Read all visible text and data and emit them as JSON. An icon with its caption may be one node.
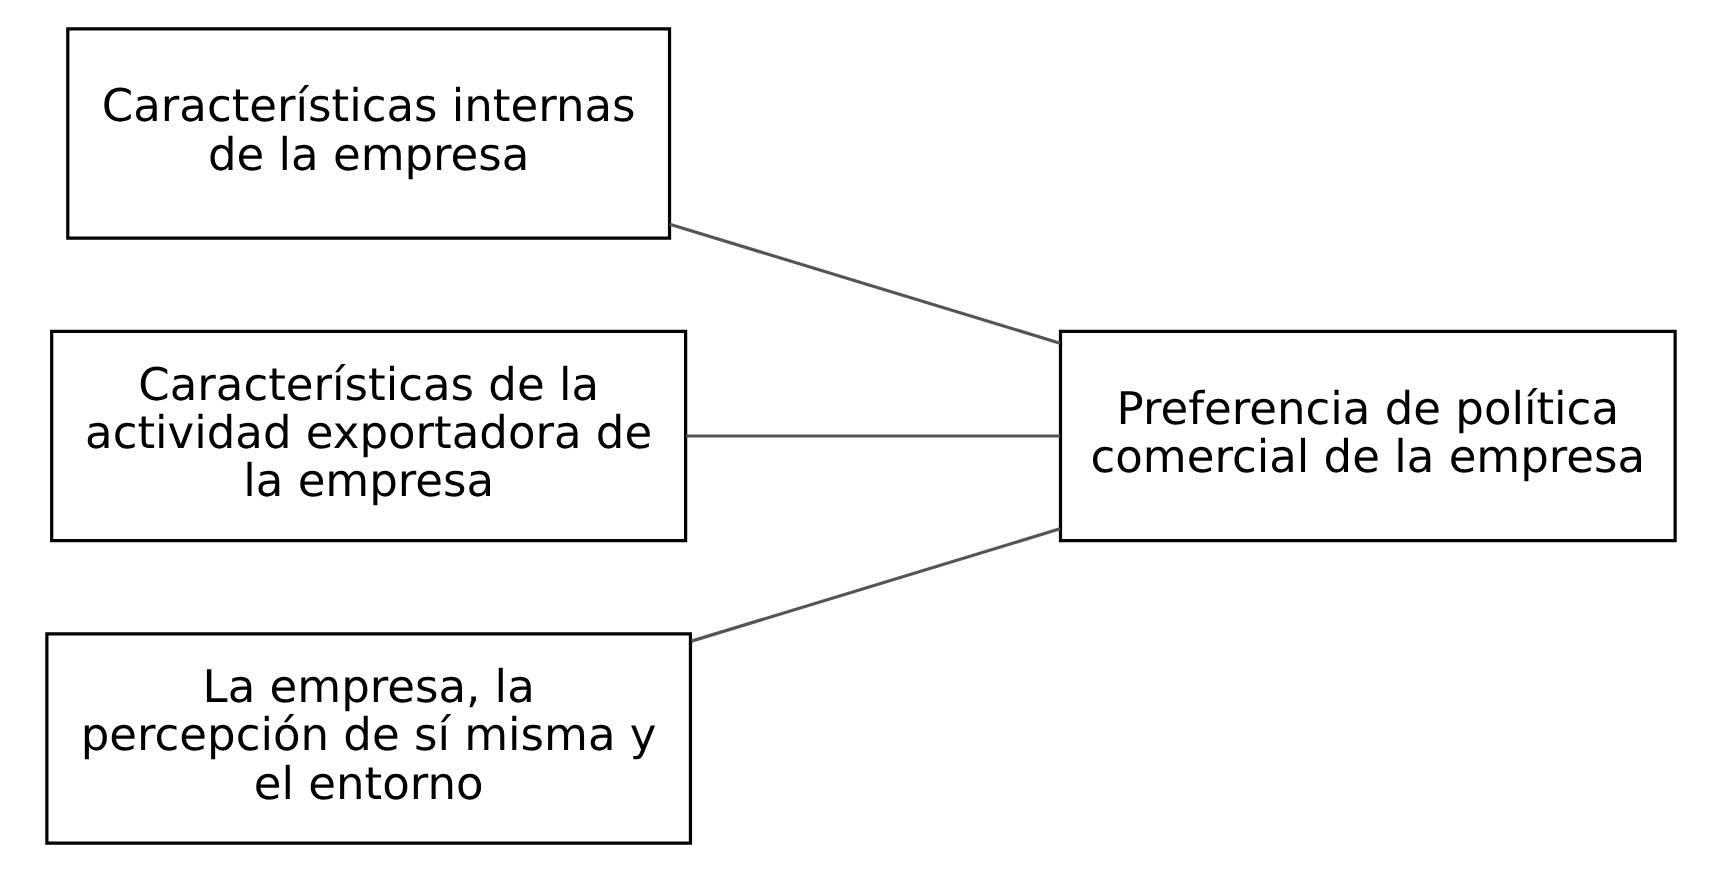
{
  "diagram": {
    "nodes": [
      {
        "text": [
          "Características internas de la empresa"
        ]
      },
      {
        "text": [
          "Características de la actividad exportadora de la empresa"
        ]
      },
      {
        "text": [
          "La empresa, la percepción de sí misma y el entorno"
        ]
      },
      {
        "text": [
          "Preferencia de política comercial de la empresa"
        ]
      }
    ],
    "edges": [
      {
        "from": 0,
        "to": 3,
        "arrow": "none"
      },
      {
        "from": 1,
        "to": 3,
        "arrow": "none"
      },
      {
        "from": 2,
        "to": 3,
        "arrow": "none"
      }
    ]
  }
}
